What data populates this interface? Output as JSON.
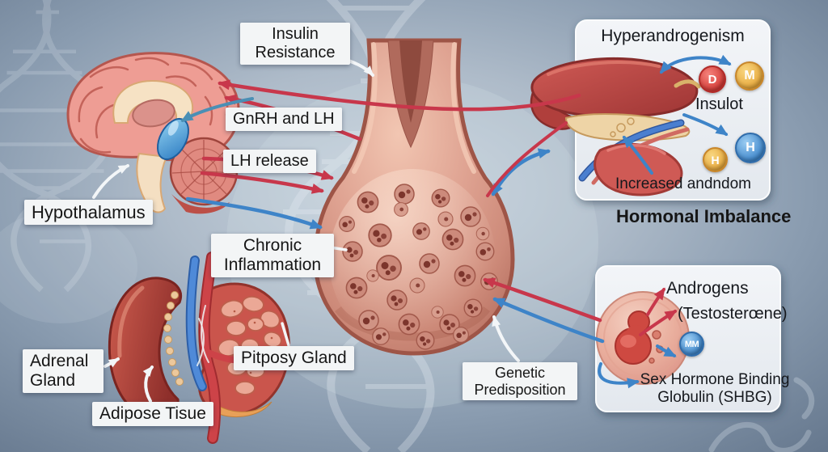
{
  "labels": {
    "insulin_resistance": "Insulin Resistance",
    "gnrh_and_lh": "GnRH and LH",
    "lh_release": "LH release",
    "hypothalamus": "Hypothalamus",
    "chronic_inflammation": "Chronic Inflammation",
    "adrenal_gland": "Adrenal Gland",
    "adipose_tissue": "Adipose Tisue",
    "pituitary_gland": "Pitposy Gland",
    "genetic_predisposition": "Genetic Predisposition",
    "hormonal_imbalance": "Hormonal Imbalance"
  },
  "hyperandrogenism_panel": {
    "title": "Hyperandrogenism",
    "insulin_label": "Insulot",
    "increased_androgen_label": "Increased andndom",
    "hormone_circles": [
      {
        "letter": "D",
        "color": "#d63c38"
      },
      {
        "letter": "M",
        "color": "#e8a93c"
      },
      {
        "letter": "H",
        "color": "#e8a93c"
      },
      {
        "letter": "H",
        "color": "#3f87cc"
      }
    ]
  },
  "shbg_panel": {
    "androgens_label": "Androgens",
    "testosterone_label": "(Testosterœne)",
    "shbg_label": "Sex Hormone Binding Globulin (SHBG)",
    "receptor_circle": "MM"
  },
  "palette": {
    "background": "#8496aa",
    "label_box": "#f3f5f6",
    "panel": "#eef1f5",
    "red_arrow": "#c8374b",
    "blue_arrow": "#3e84c8",
    "white_arrow": "#f3f6f8",
    "organ_pink": "#d89889",
    "organ_red": "#b33c38",
    "pituitary_outline": "#9e5547"
  }
}
